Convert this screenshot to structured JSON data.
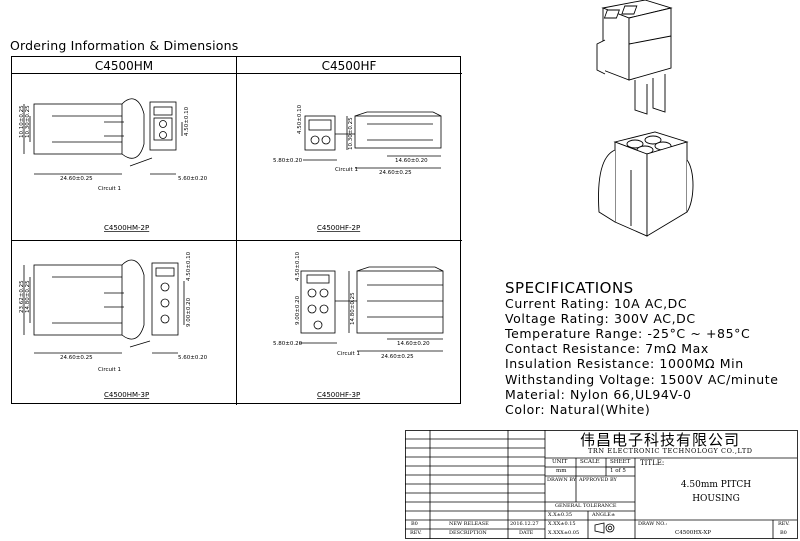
{
  "heading": "Ordering Information & Dimensions",
  "columns": [
    "C4500HM",
    "C4500HF"
  ],
  "drawings": {
    "hm2": {
      "dims": [
        "10.10±0.25",
        "10.30±0.25",
        "4.50±0.10",
        "24.60±0.25",
        "5.60±0.20"
      ],
      "circuit": "Circuit 1",
      "caption": "C4500HM-2P"
    },
    "hf2": {
      "dims": [
        "4.50±0.10",
        "10.30±0.25",
        "5.80±0.20",
        "14.60±0.20",
        "24.60±0.25"
      ],
      "circuit": "Circuit 1",
      "caption": "C4500HF-2P"
    },
    "hm3": {
      "dims": [
        "23.62±0.25",
        "14.80±0.25",
        "4.50±0.10",
        "9.00±0.20",
        "24.60±0.25",
        "5.60±0.20"
      ],
      "circuit": "Circuit 1",
      "caption": "C4500HM-3P"
    },
    "hf3": {
      "dims": [
        "4.50±0.10",
        "9.00±0.20",
        "14.80±0.25",
        "5.80±0.20",
        "14.60±0.20",
        "24.60±0.25"
      ],
      "circuit": "Circuit 1",
      "caption": "C4500HF-3P"
    }
  },
  "specs": {
    "title": "SPECIFICATIONS",
    "lines": [
      "Current Rating: 10A AC,DC",
      "Voltage Rating: 300V AC,DC",
      "Temperature Range: -25°C ~ +85°C",
      "Contact Resistance: 7mΩ Max",
      "Insulation Resistance: 1000MΩ Min",
      "Withstanding Voltage: 1500V AC/minute",
      "Material: Nylon 66,UL94V-0",
      "Color: Natural(White)"
    ]
  },
  "title_block": {
    "company_cn": "伟昌电子科技有限公司",
    "company_en": "TRN ELECTRONIC TECHNOLOGY CO.,LTD",
    "unit_label": "UNIT",
    "unit_value": "mm",
    "scale_label": "SCALE",
    "sheet_label": "SHEET",
    "sheet_value": "1 of 5",
    "title_label": "TITLE:",
    "title_line1": "4.50mm PITCH",
    "title_line2": "HOUSING",
    "drawn_by": "DRAWN BY",
    "approved_by": "APPROVED BY",
    "general_tolerance": "GENERAL TOLERANCE",
    "tol1": "X.X±0.35",
    "tol2": "X.XX±0.15",
    "tol3": "X.XXX±0.05",
    "angle": "ANGLE±",
    "rev_row": {
      "rev": "B0",
      "desc": "NEW RELEASE",
      "date": "2016.12.27"
    },
    "rev_head": {
      "rev": "REV.",
      "desc": "DESCRIPTION",
      "date": "DATE"
    },
    "draw_no_label": "DRAW NO.:",
    "draw_no": "C4500HX-XP",
    "rev_label": "REV.",
    "rev_value": "B0"
  }
}
